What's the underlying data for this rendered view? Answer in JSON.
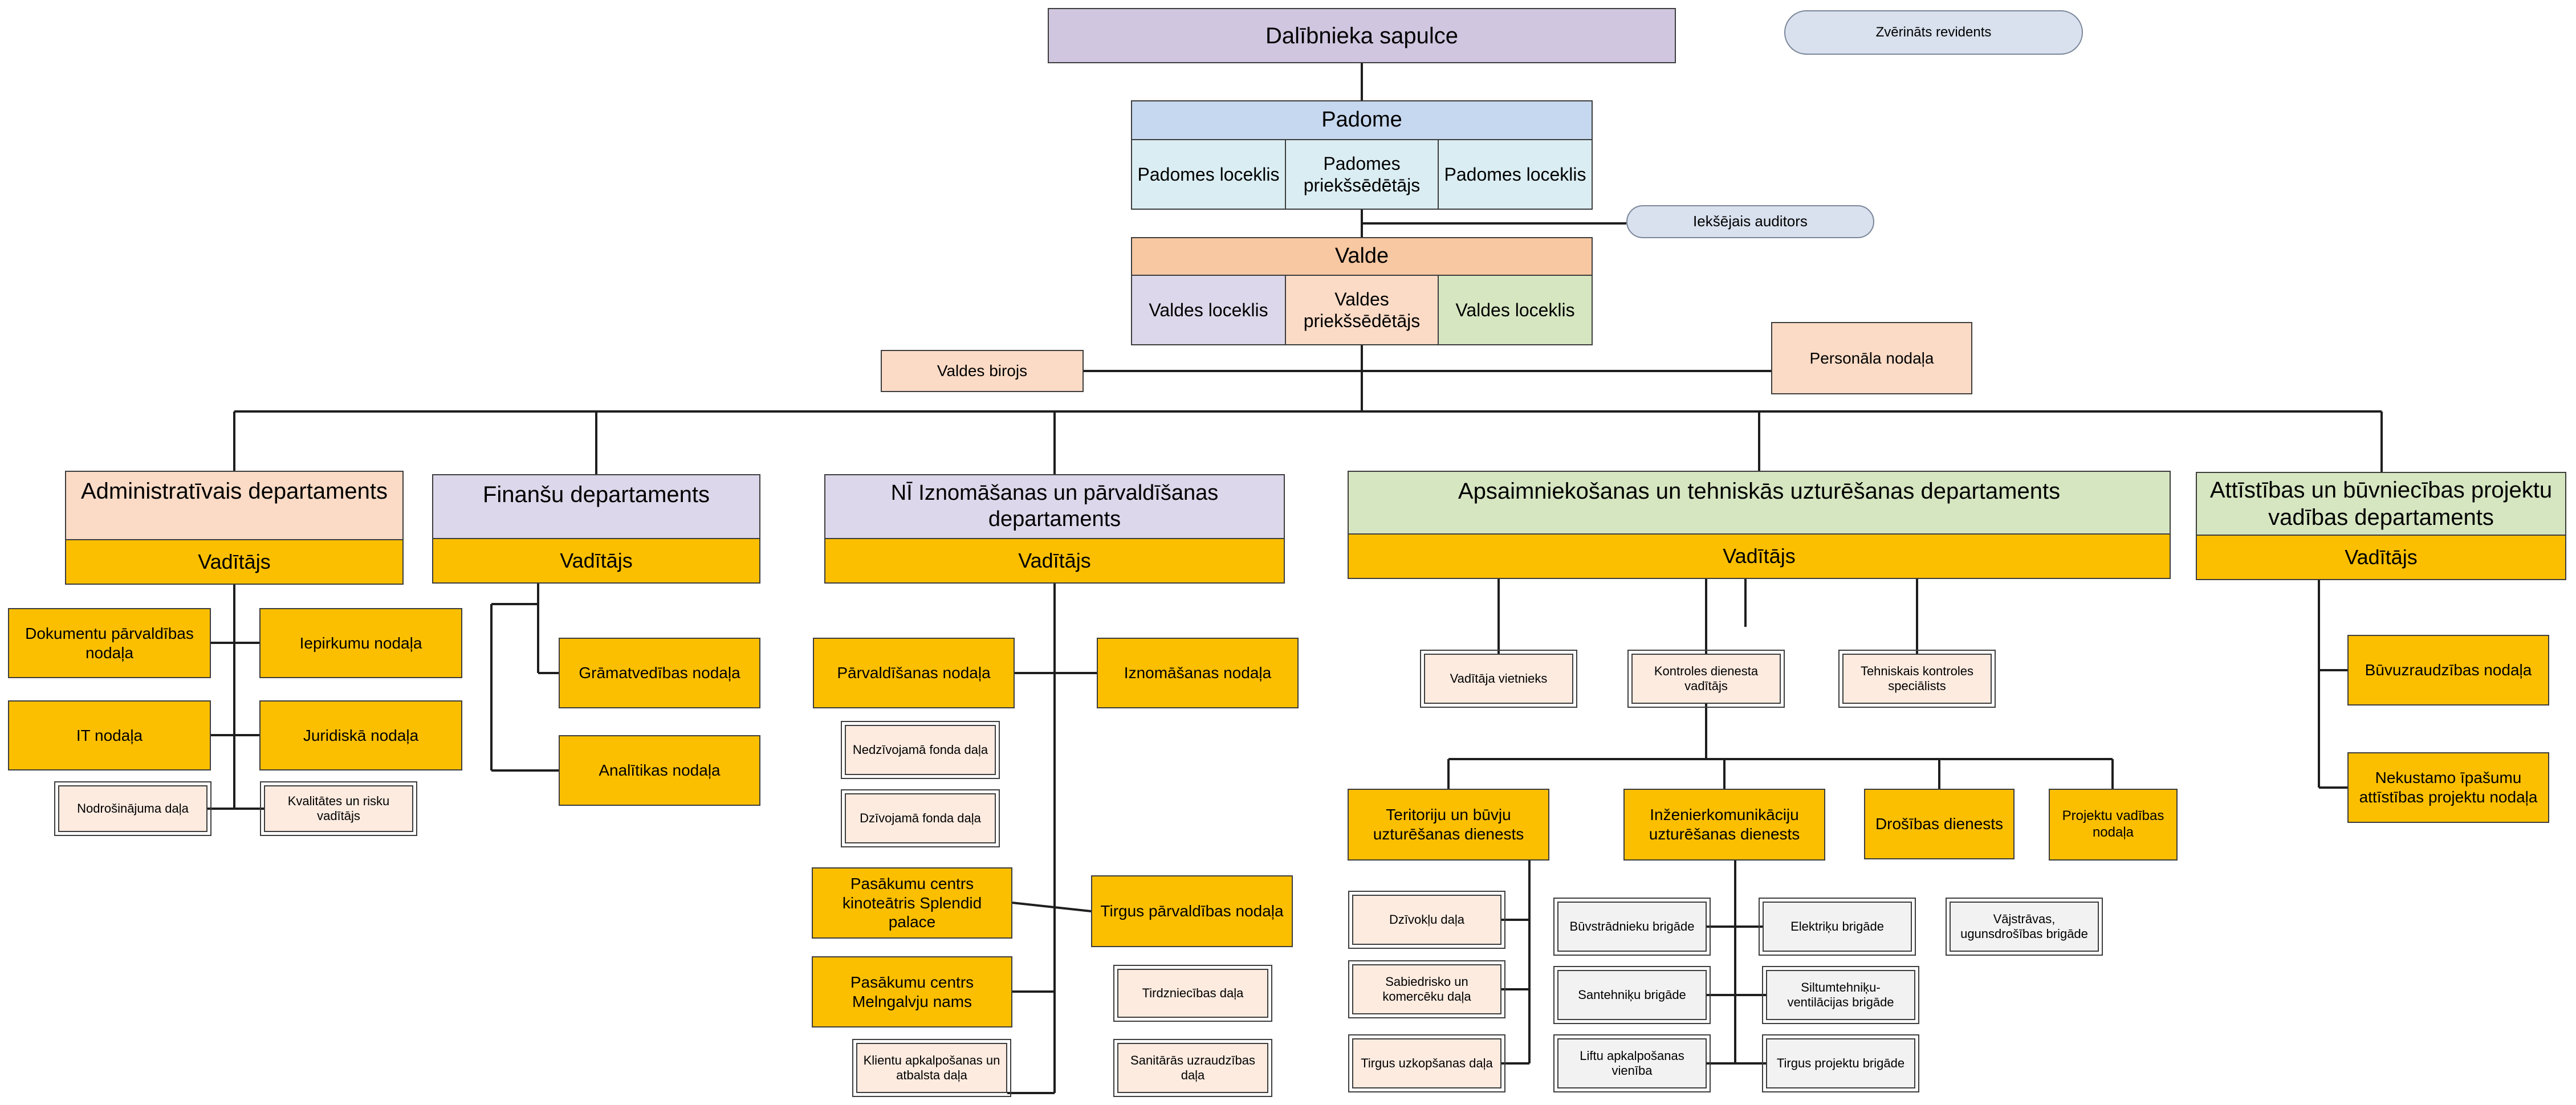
{
  "colors": {
    "lilac": "#d0c6e0",
    "blue": "#c6d8ef",
    "lightblue": "#daedf2",
    "peach": "#f8c8a2",
    "lightpeach": "#fbdbc6",
    "green": "#d6e6c1",
    "gold": "#fcbf00",
    "paleorange": "#fdebe0",
    "grey": "#f2f2f2",
    "pill": "#d9e1ee",
    "line": "#1e1e1e"
  },
  "nodes": {
    "sapulce": "Dalībnieka sapulce",
    "revidents": "Zvērināts revidents",
    "padome": "Padome",
    "padomes_loceklis_1": "Padomes loceklis",
    "padomes_priekssedetajs": "Padomes priekšsēdētājs",
    "padomes_loceklis_2": "Padomes loceklis",
    "auditors": "Iekšējais auditors",
    "valde": "Valde",
    "valdes_loceklis_1": "Valdes loceklis",
    "valdes_priekssedetajs": "Valdes priekšsēdētājs",
    "valdes_loceklis_2": "Valdes loceklis",
    "valdes_birojs": "Valdes birojs",
    "personala": "Personāla nodaļa",
    "adm_dep": "Administratīvais departaments",
    "adm_vad": "Vadītājs",
    "dok": "Dokumentu pārvaldības nodaļa",
    "iepirkumu": "Iepirkumu nodaļa",
    "it": "IT nodaļa",
    "juridiska": "Juridiskā nodaļa",
    "nodrosinajuma": "Nodrošinājuma daļa",
    "kvalitates": "Kvalitātes un risku vadītājs",
    "fin_dep": "Finanšu departaments",
    "fin_vad": "Vadītājs",
    "gramatvedibas": "Grāmatvedības nodaļa",
    "analitikas": "Analītikas nodaļa",
    "ni_dep": "NĪ Iznomāšanas un pārvaldīšanas departaments",
    "ni_vad": "Vadītājs",
    "parvaldisanas": "Pārvaldīšanas nodaļa",
    "iznomasanas": "Iznomāšanas nodaļa",
    "nedzivojama": "Nedzīvojamā fonda daļa",
    "dzivojama": "Dzīvojamā fonda daļa",
    "splendid": "Pasākumu centrs kinoteātris Splendid palace",
    "tirgus_parv": "Tirgus pārvaldības nodaļa",
    "melngalvju": "Pasākumu centrs Melngalvju nams",
    "tirdzniecibas": "Tirdzniecības daļa",
    "klientu": "Klientu apkalpošanas un atbalsta daļa",
    "sanitaras": "Sanitārās uzraudzības daļa",
    "aps_dep": "Apsaimniekošanas un tehniskās uzturēšanas departaments",
    "aps_vad": "Vadītājs",
    "vietnieks": "Vadītāja vietnieks",
    "kontroles_vad": "Kontroles dienesta vadītājs",
    "teh_specialists": "Tehniskais kontroles speciālists",
    "teritoriju": "Teritoriju un būvju uzturēšanas dienests",
    "inzenier": "Inženierkomunikāciju uzturēšanas dienests",
    "drosibas": "Drošības dienests",
    "projektu_vad": "Projektu vadības nodaļa",
    "dzivoklu": "Dzīvokļu daļa",
    "sabiedrisko": "Sabiedrisko un komercēku daļa",
    "tirgus_uzkops": "Tirgus uzkopšanas daļa",
    "buvstradnieku": "Būvstrādnieku brigāde",
    "elektriku": "Elektriķu brigāde",
    "vajstravas": "Vājstrāvas, ugunsdrošības brigāde",
    "santehniku": "Santehniķu brigāde",
    "siltumtehniku": "Siltumtehniķu-ventilācijas brigāde",
    "liftu": "Liftu apkalpošanas vienība",
    "tirgus_projektu": "Tirgus projektu brigāde",
    "att_dep": "Attīstības un būvniecības projektu vadības departaments",
    "att_vad": "Vadītājs",
    "buvuzraudzibas": "Būvuzraudzības nodaļa",
    "nekustamo": "Nekustamo īpašumu attīstības projektu nodaļa"
  }
}
